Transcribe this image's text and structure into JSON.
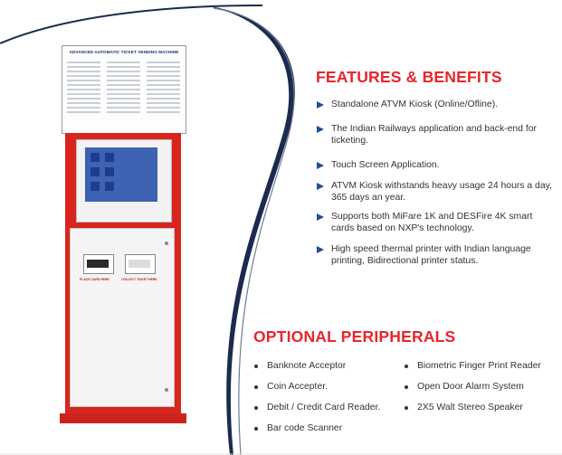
{
  "features_title": "FEATURES & BENEFITS",
  "features": [
    "Standalone ATVM Kiosk (Online/Ofline).",
    "The Indian Railways application and back-end for ticketing.",
    "Touch Screen Application.",
    "ATVM Kiosk withstands heavy usage 24 hours a day, 365 days an year.",
    "Supports both MiFare 1K and DESFire 4K smart cards based on NXP's technology.",
    "High speed thermal printer with Indian language printing, Bidirectional printer status."
  ],
  "optional_title": "OPTIONAL PERIPHERALS",
  "peripherals_left": [
    "Banknote Acceptor",
    "Coin Accepter.",
    "Debit / Credit Card Reader.",
    "Bar code Scanner"
  ],
  "peripherals_right": [
    "Biometric Finger Print Reader",
    "Open Door Alarm System",
    "2X5 Walt Stereo Speaker"
  ],
  "kiosk": {
    "header_title": "ADVANCED AUTOMATIC TICKET VENDING MACHINE",
    "slot_left_label": "PLACE CARD HERE",
    "slot_right_label": "COLLECT TICKET HERE"
  },
  "colors": {
    "title_red": "#e8262b",
    "arrow_blue": "#1f4d99",
    "swoosh_navy": "#1b2a4e",
    "kiosk_red": "#d7261e"
  }
}
